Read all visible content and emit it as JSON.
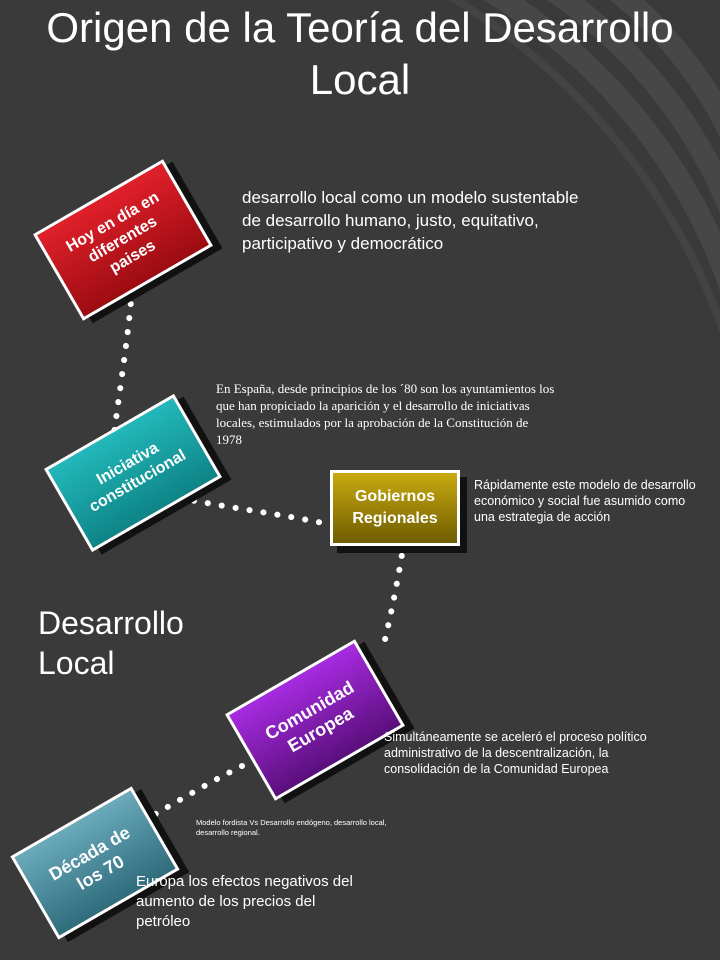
{
  "title": "Origen de la Teoría del Desarrollo Local",
  "center_label": "Desarrollo Local",
  "boxes": {
    "hoy": "Hoy en día en diferentes paises",
    "iniciativa": "Iniciativa constitucional",
    "gobiernos": "Gobiernos Regionales",
    "comunidad": "Comunidad Europea",
    "decada": "Década de los 70"
  },
  "texts": {
    "hoy_desc": "desarrollo local como un modelo sustentable de desarrollo humano, justo, equitativo, participativo y democrático",
    "iniciativa_desc": "En España, desde principios de los ´80 son los ayuntamientos los que han propiciado la aparición y el desarrollo de iniciativas locales, estimulados por la aprobación de la Constitución de 1978",
    "gobiernos_desc": "Rápidamente este modelo de desarrollo económico y social fue asumido como una estrategia de acción",
    "comunidad_desc": "Simultáneamente se aceleró el proceso político administrativo de la descentralización, la consolidación de la Comunidad Europea",
    "fordista": "Modelo fordista Vs Desarrollo endógeno, desarrollo local, desarrollo regional.",
    "decada_desc": "Europa los efectos negativos del aumento de los precios del petróleo"
  },
  "colors": {
    "background": "#3b3b3b",
    "hoy": "#c8101a",
    "iniciativa": "#17a3a6",
    "gobiernos": "#a38a00",
    "comunidad": "#7d1aa8",
    "decada": "#4a8a9c"
  }
}
